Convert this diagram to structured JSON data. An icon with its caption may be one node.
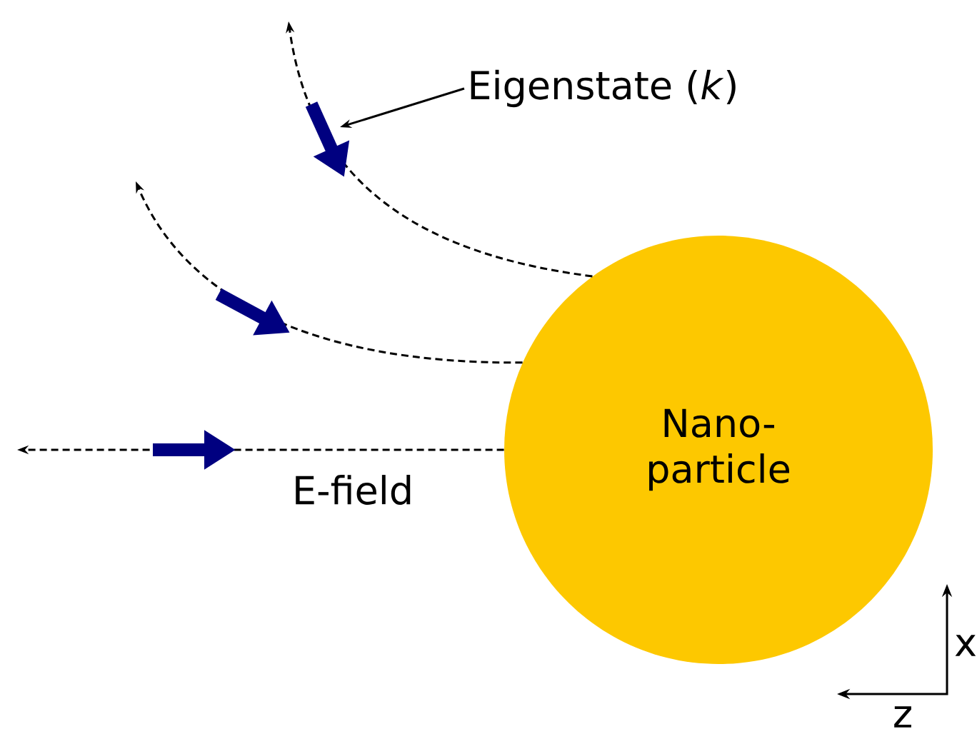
{
  "diagram": {
    "nodes": [
      {
        "text": [
          "Nano-particle"
        ]
      },
      {
        "text": [
          "Eigenstate (*k*)"
        ]
      }
    ],
    "edges": [
      {
        "from": 0,
        "to": null,
        "arrow": "to",
        "style": "dashed"
      },
      {
        "from": 0,
        "to": null,
        "arrow": "to",
        "style": "dashed"
      },
      {
        "from": 0,
        "to": null,
        "arrow": "to",
        "style": "dashed",
        "label": "E-field"
      },
      {
        "from": 1,
        "to": null,
        "arrow": "to"
      }
    ],
    "labels": [
      "x",
      "z"
    ]
  }
}
